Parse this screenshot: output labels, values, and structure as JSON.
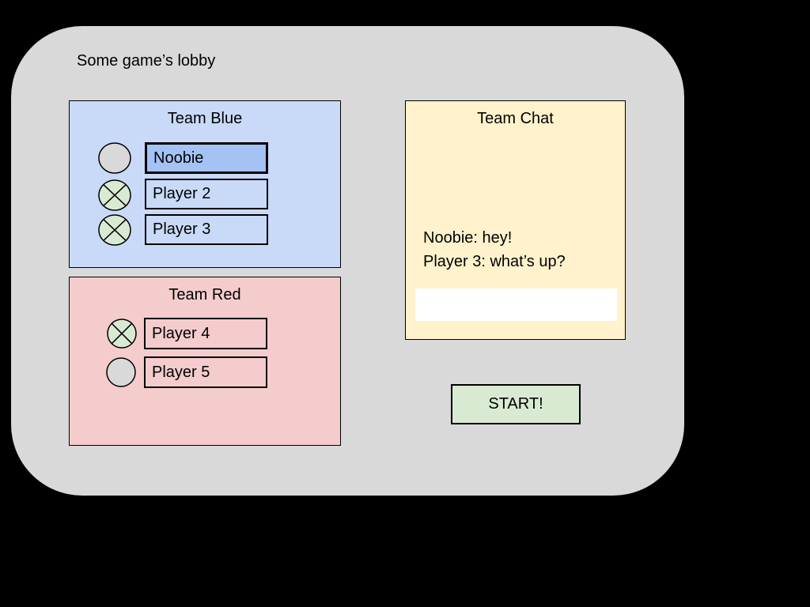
{
  "lobby": {
    "title": "Some game’s lobby",
    "team_blue": {
      "title": "Team Blue",
      "players": [
        {
          "name": "Noobie",
          "status": "not-ready",
          "selected": true
        },
        {
          "name": "Player 2",
          "status": "ready",
          "selected": false
        },
        {
          "name": "Player 3",
          "status": "ready",
          "selected": false
        }
      ]
    },
    "team_red": {
      "title": "Team Red",
      "players": [
        {
          "name": "Player 4",
          "status": "ready",
          "selected": false
        },
        {
          "name": "Player 5",
          "status": "not-ready",
          "selected": false
        }
      ]
    },
    "chat": {
      "title": "Team Chat",
      "messages": [
        "Noobie: hey!",
        "Player 3: what’s up?"
      ],
      "input_value": ""
    },
    "start_button_label": "START!",
    "colors": {
      "canvas_background": "#000000",
      "lobby_background": "#d9d9d9",
      "team_blue_background": "#c9daf8",
      "team_red_background": "#f4cccc",
      "chat_background": "#fff2cc",
      "selected_player_box": "#a4c2f4",
      "ready_icon_fill": "#d9ead3",
      "not_ready_icon_fill": "#d9d9d9",
      "start_button_fill": "#d9ead3",
      "chat_input_fill": "#ffffff"
    }
  }
}
